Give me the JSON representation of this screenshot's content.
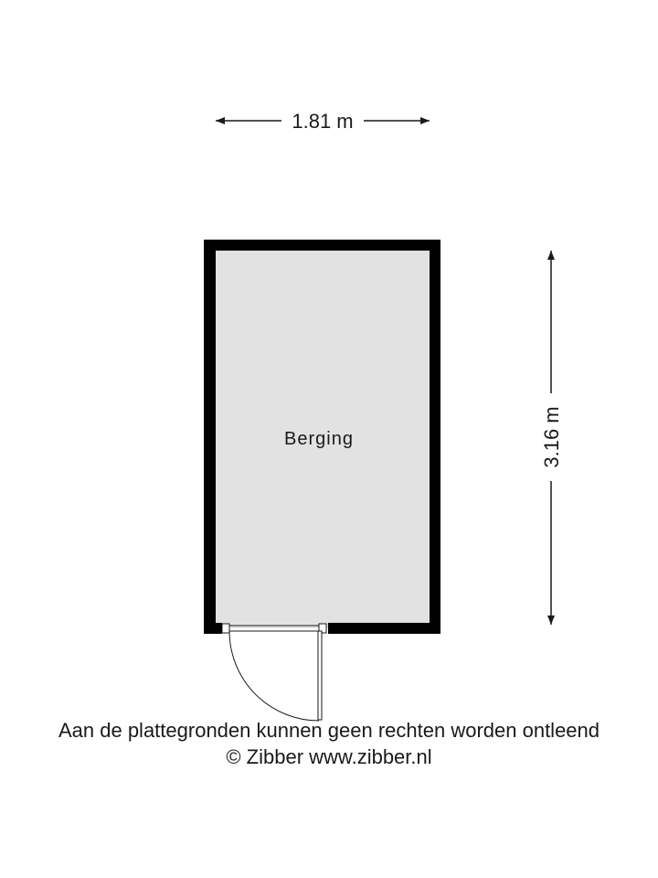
{
  "dimensions": {
    "width_label": "1.81 m",
    "height_label": "3.16 m"
  },
  "room": {
    "name": "Berging",
    "width_m": 1.81,
    "depth_m": 3.16
  },
  "footer": {
    "disclaimer": "Aan de plattegronden kunnen geen rechten worden ontleend",
    "copyright": "© Zibber www.zibber.nl"
  },
  "colors": {
    "wall": "#000000",
    "floor": "#e2e2e2",
    "text": "#1a1a1a",
    "background": "#ffffff"
  }
}
